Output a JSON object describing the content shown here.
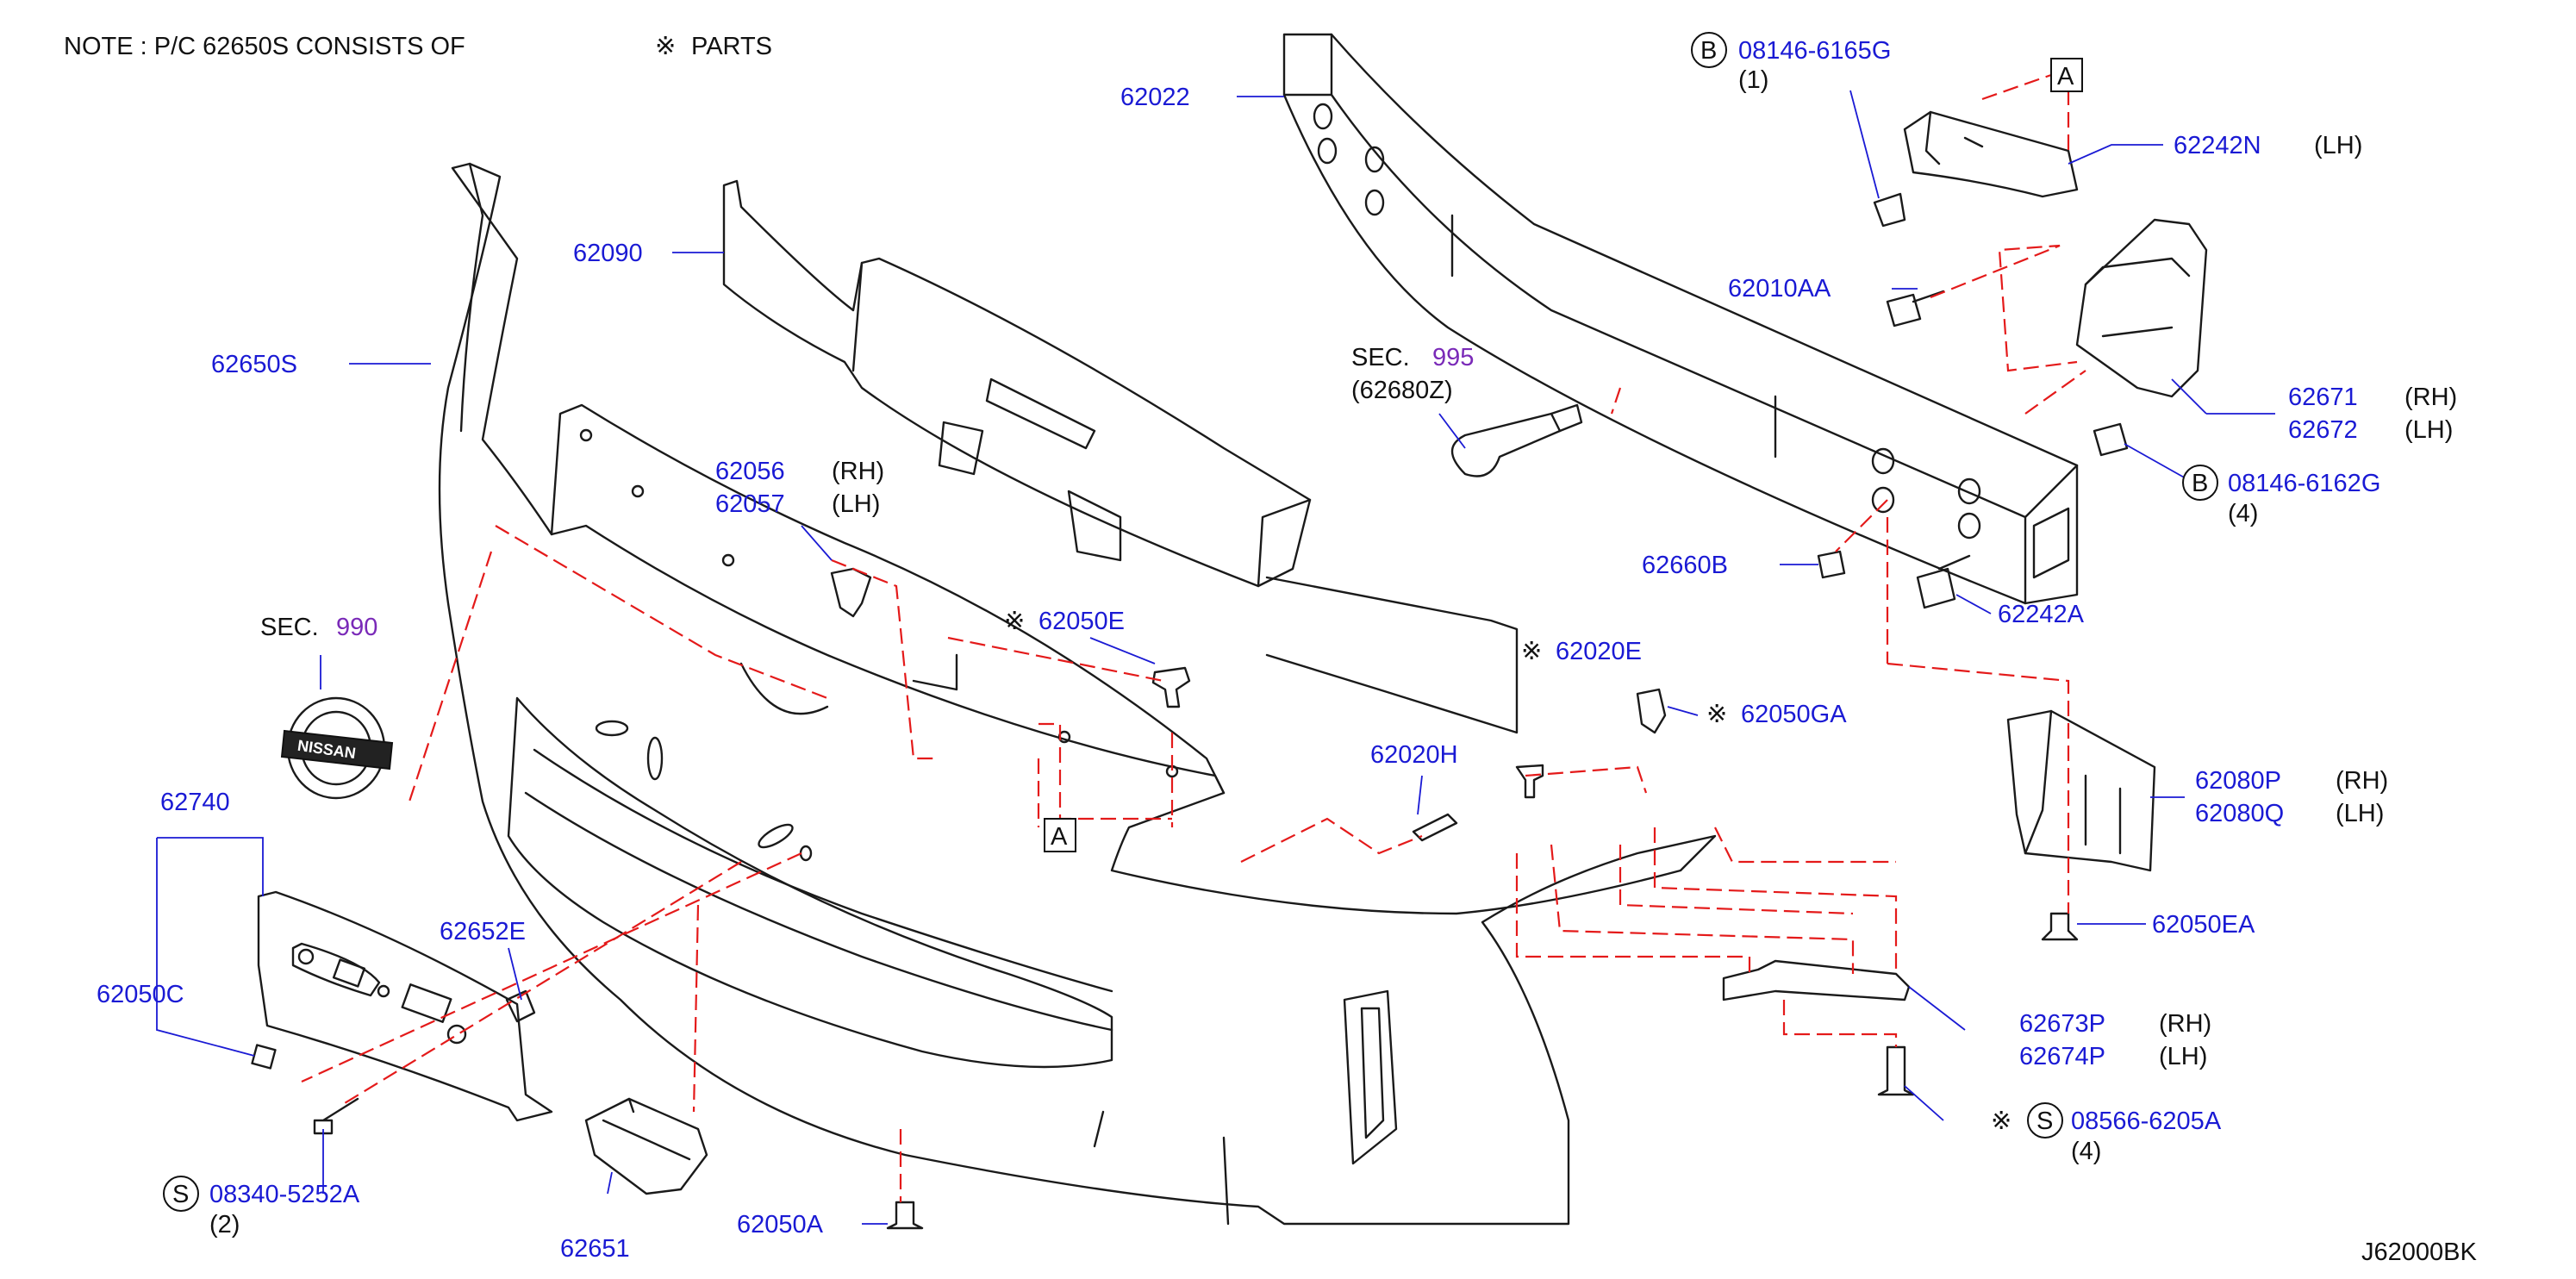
{
  "note": {
    "text": "NOTE  :  P/C  62650S  CONSISTS  OF",
    "symbol": "※",
    "parts_word": "PARTS"
  },
  "diagram_code": "J62000BK",
  "colors": {
    "part_number": "#1a1ad4",
    "dashed_leader": "#e41a1a",
    "section_ref": "#7a2ab8",
    "text": "#111111"
  },
  "icons": {
    "star_marker": "※",
    "circle_b": "B",
    "circle_s": "S",
    "ref_box_a": "A"
  },
  "labels": {
    "p62022": "62022",
    "p62090": "62090",
    "p62650s": "62650S",
    "p62056": "62056",
    "p62057": "62057",
    "rh": "(RH)",
    "lh": "(LH)",
    "p62050e": "62050E",
    "p62020_partial": "62020E",
    "p62020h": "62020H",
    "p62050ga": "62050GA",
    "sec_word": "SEC.",
    "sec995": "995",
    "sec995_ref": "(62680Z)",
    "sec990": "990",
    "sec990_partial": "SEC.",
    "p62740": "62740",
    "p62050c": "62050C",
    "p62652e": "62652E",
    "p08340": "08340-5252A",
    "qty2": "(2)",
    "p62651": "62651",
    "p62050a": "62050A",
    "p08146_6165g": "08146-6165G",
    "qty1": "(1)",
    "p62242n": "62242N",
    "p62010aa": "62010AA",
    "p62671": "62671",
    "p62672": "62672",
    "p08146_6162g": "08146-6162G",
    "qty4": "(4)",
    "p62660b": "62660B",
    "p62242a": "62242A",
    "p62080p": "62080P",
    "p62080q": "62080Q",
    "p62050ea": "62050EA",
    "p62673p": "62673P",
    "p62674p": "62674P",
    "p08566": "08566-6205A",
    "qty4b": "(4)",
    "brand": "NISSAN"
  }
}
